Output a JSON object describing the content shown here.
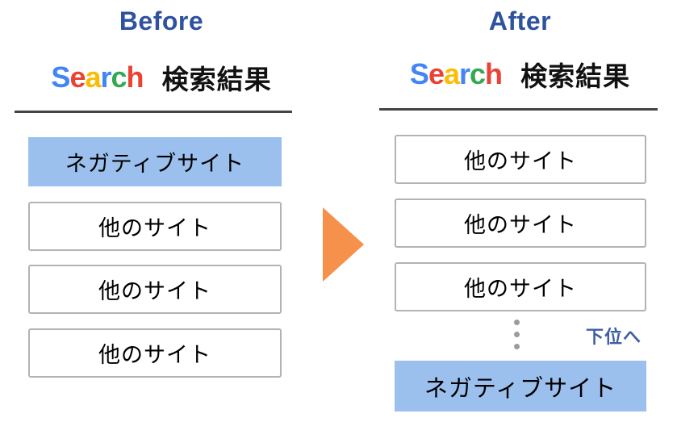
{
  "colors": {
    "heading_blue": "#2f529e",
    "negative_box_blue": "#9cc0ee",
    "box_border_gray": "#b3b3b3",
    "divider_gray": "#444444",
    "arrow_orange": "#f5914a",
    "demote_text_blue": "#3f5ea3",
    "dot_gray": "#9b9b9b",
    "google_blue": "#4285f4",
    "google_red": "#ea4335",
    "google_yellow": "#fbbc05",
    "google_green": "#34a853"
  },
  "panels": [
    {
      "title": "Before",
      "search": {
        "brand_letters": [
          {
            "char": "S",
            "color": "#4285f4"
          },
          {
            "char": "e",
            "color": "#ea4335"
          },
          {
            "char": "a",
            "color": "#fbbc05"
          },
          {
            "char": "r",
            "color": "#4285f4"
          },
          {
            "char": "c",
            "color": "#34a853"
          },
          {
            "char": "h",
            "color": "#ea4335"
          }
        ],
        "brand_text": "Search",
        "jp_label": "検索結果"
      },
      "results": [
        {
          "label": "ネガティブサイト",
          "type": "negative"
        },
        {
          "label": "他のサイト",
          "type": "plain"
        },
        {
          "label": "他のサイト",
          "type": "plain"
        },
        {
          "label": "他のサイト",
          "type": "plain"
        }
      ],
      "demote": null
    },
    {
      "title": "After",
      "search": {
        "brand_letters": [
          {
            "char": "S",
            "color": "#4285f4"
          },
          {
            "char": "e",
            "color": "#ea4335"
          },
          {
            "char": "a",
            "color": "#fbbc05"
          },
          {
            "char": "r",
            "color": "#4285f4"
          },
          {
            "char": "c",
            "color": "#34a853"
          },
          {
            "char": "h",
            "color": "#ea4335"
          }
        ],
        "brand_text": "Search",
        "jp_label": "検索結果"
      },
      "results": [
        {
          "label": "他のサイト",
          "type": "plain"
        },
        {
          "label": "他のサイト",
          "type": "plain"
        },
        {
          "label": "他のサイト",
          "type": "plain"
        },
        {
          "label": "ネガティブサイト",
          "type": "negative"
        }
      ],
      "demote": {
        "label": "下位へ",
        "ellipsis_dot_count": 3
      }
    }
  ],
  "arrow": {
    "direction": "right",
    "name": "transition-arrow"
  }
}
